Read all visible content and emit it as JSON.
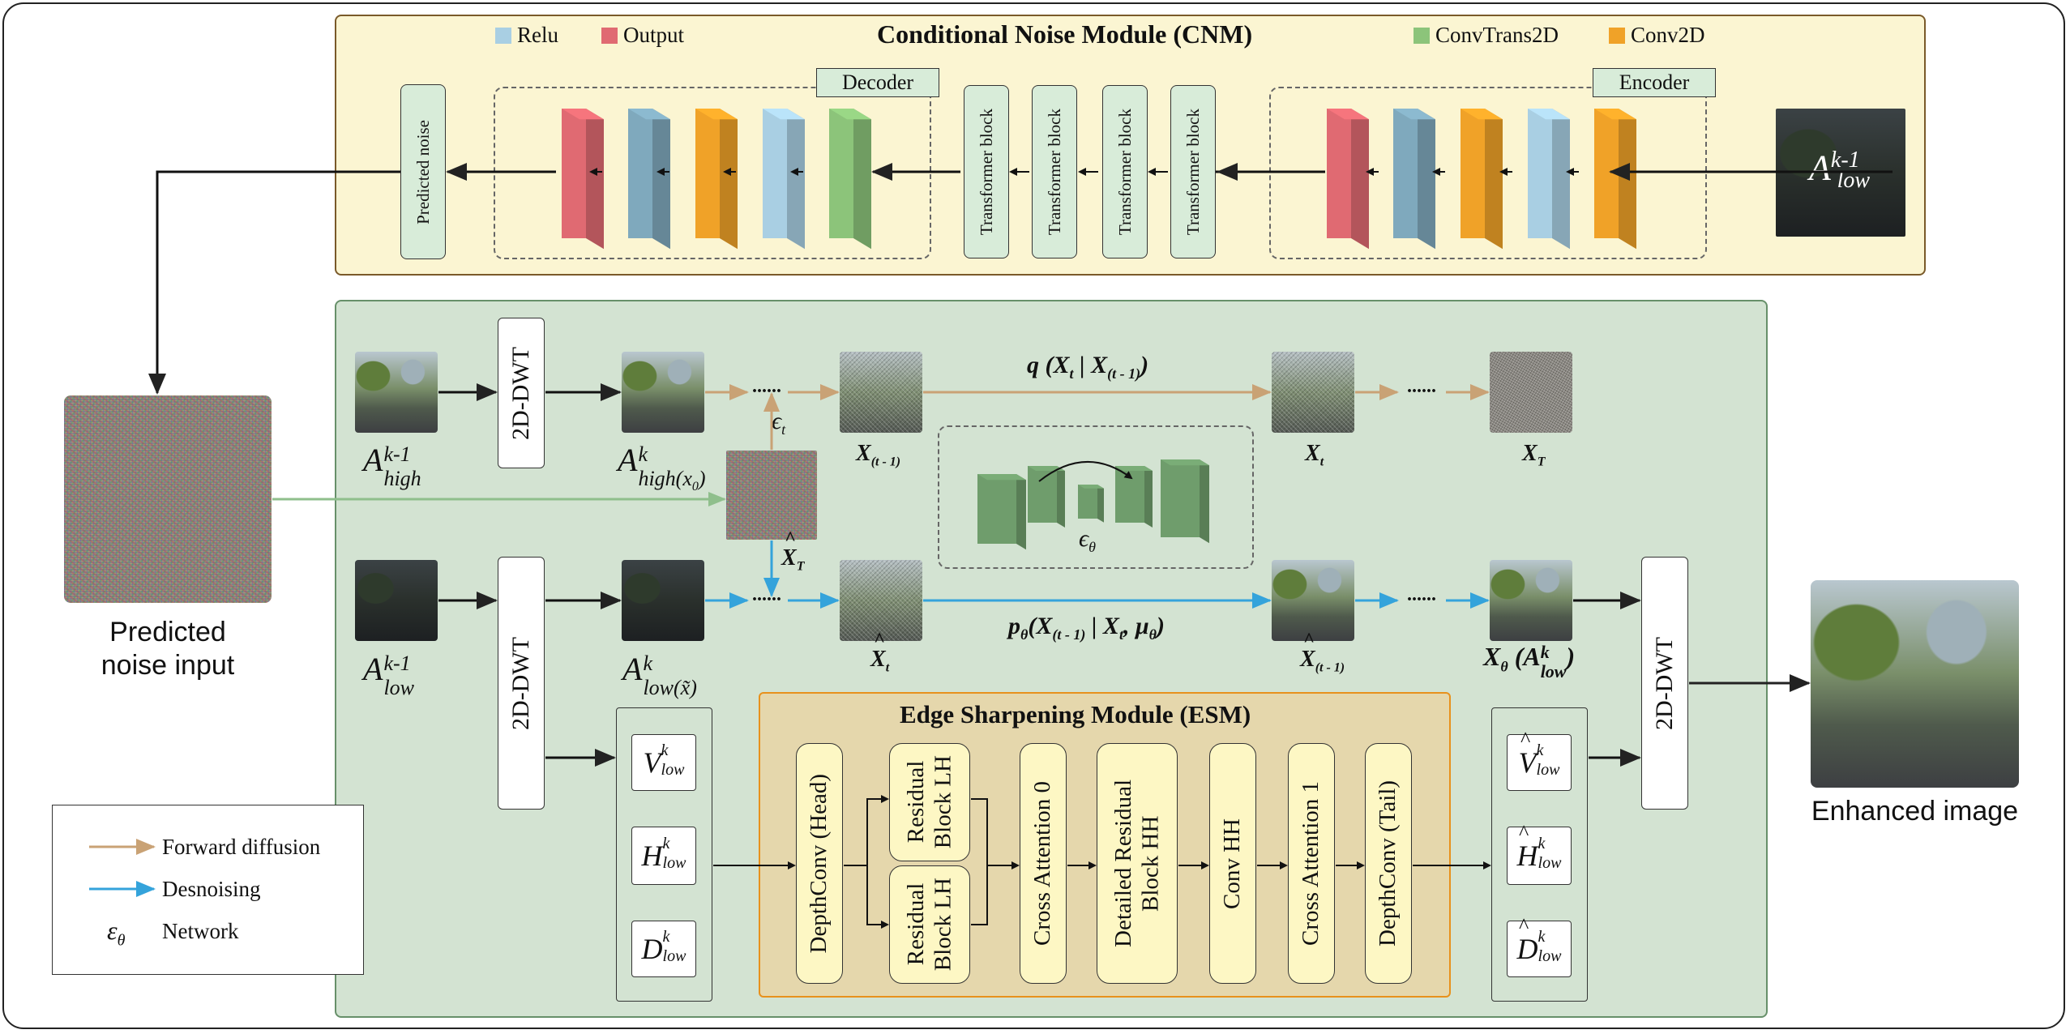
{
  "colors": {
    "relu": "#a9cfe3",
    "output": "#e06a72",
    "convtrans2d": "#8cc47a",
    "conv2d": "#f0a228",
    "forward": "#c9a275",
    "denoise": "#34a3db"
  },
  "cnm": {
    "title": "Conditional Noise Module (CNM)",
    "legend": {
      "relu": "Relu",
      "output": "Output",
      "convtrans2d": "ConvTrans2D",
      "conv2d": "Conv2D"
    },
    "decoder_label": "Decoder",
    "encoder_label": "Encoder",
    "predicted_noise": "Predicted noise",
    "transformer_block": "Transformer block",
    "input_symbol": "A",
    "input_sup": "k-1",
    "input_sub": "low"
  },
  "left": {
    "predicted_noise_input": [
      "Predicted",
      "noise input"
    ]
  },
  "legend": {
    "forward": "Forward diffusion",
    "denoise": "Desnoising",
    "network_symbol": "ε",
    "network_sub": "θ",
    "network": "Network"
  },
  "diffusion": {
    "dwt": "2D-DWT",
    "dots": "......",
    "a_high_input": {
      "base": "A",
      "sup": "k-1",
      "sub": "high"
    },
    "a_high_x0": {
      "base": "A",
      "sup": "k",
      "sub": "high(x",
      "sub2": "0",
      "sub3": ")"
    },
    "eps_t": {
      "base": "ϵ",
      "sub": "t"
    },
    "x_t_minus_1": {
      "base": "X",
      "sub": "(t - 1)"
    },
    "x_t": {
      "base": "X",
      "sub": "t"
    },
    "x_T": {
      "base": "X",
      "sub": "T"
    },
    "q_formula": {
      "q": "q",
      "open": " (X",
      "sub_t": "t",
      "bar": " | X",
      "sub_t1": "(t - 1)",
      "close": ")"
    },
    "eps_theta": {
      "base": "ϵ",
      "sub": "θ"
    },
    "xhat_T": {
      "base": "X",
      "sub": "T"
    },
    "a_low_input": {
      "base": "A",
      "sup": "k-1",
      "sub": "low"
    },
    "a_low_x": {
      "base": "A",
      "sup": "k",
      "sub": "low(x̃)"
    },
    "xhat_t": {
      "base": "X",
      "sub": "t"
    },
    "p_formula": {
      "p": "p",
      "sub_theta": "θ",
      "open": "(X",
      "sub_t1": "(t - 1)",
      "bar": " | X",
      "sub_t": "t",
      "mu": ", μ",
      "sub_mu": "θ",
      "close": ")"
    },
    "xhat_t_minus_1": {
      "base": "X",
      "sub": "(t - 1)"
    },
    "xhat_theta": {
      "base": "X",
      "sub": "θ",
      "open": " (A",
      "sup": "k",
      "sub2": "low",
      "close": ")"
    }
  },
  "wavelet_in": [
    {
      "base": "V",
      "sup": "k",
      "sub": "low"
    },
    {
      "base": "H",
      "sup": "k",
      "sub": "low"
    },
    {
      "base": "D",
      "sup": "k",
      "sub": "low"
    }
  ],
  "wavelet_out": [
    {
      "base": "V",
      "sup": "k",
      "sub": "low"
    },
    {
      "base": "H",
      "sup": "k",
      "sub": "low"
    },
    {
      "base": "D",
      "sup": "k",
      "sub": "low"
    }
  ],
  "esm": {
    "title": "Edge Sharpening Module (ESM)",
    "head": "DepthConv (Head)",
    "res_top": [
      "Residual",
      "Block LH"
    ],
    "res_bottom": [
      "Residual",
      "Block LH"
    ],
    "cross0": "Cross Attention 0",
    "detailed": [
      "Detailed Residual",
      "Block HH"
    ],
    "conv_hh": "Conv HH",
    "cross1": "Cross Attention 1",
    "tail": "DepthConv (Tail)"
  },
  "output": {
    "enhanced": "Enhanced image"
  }
}
